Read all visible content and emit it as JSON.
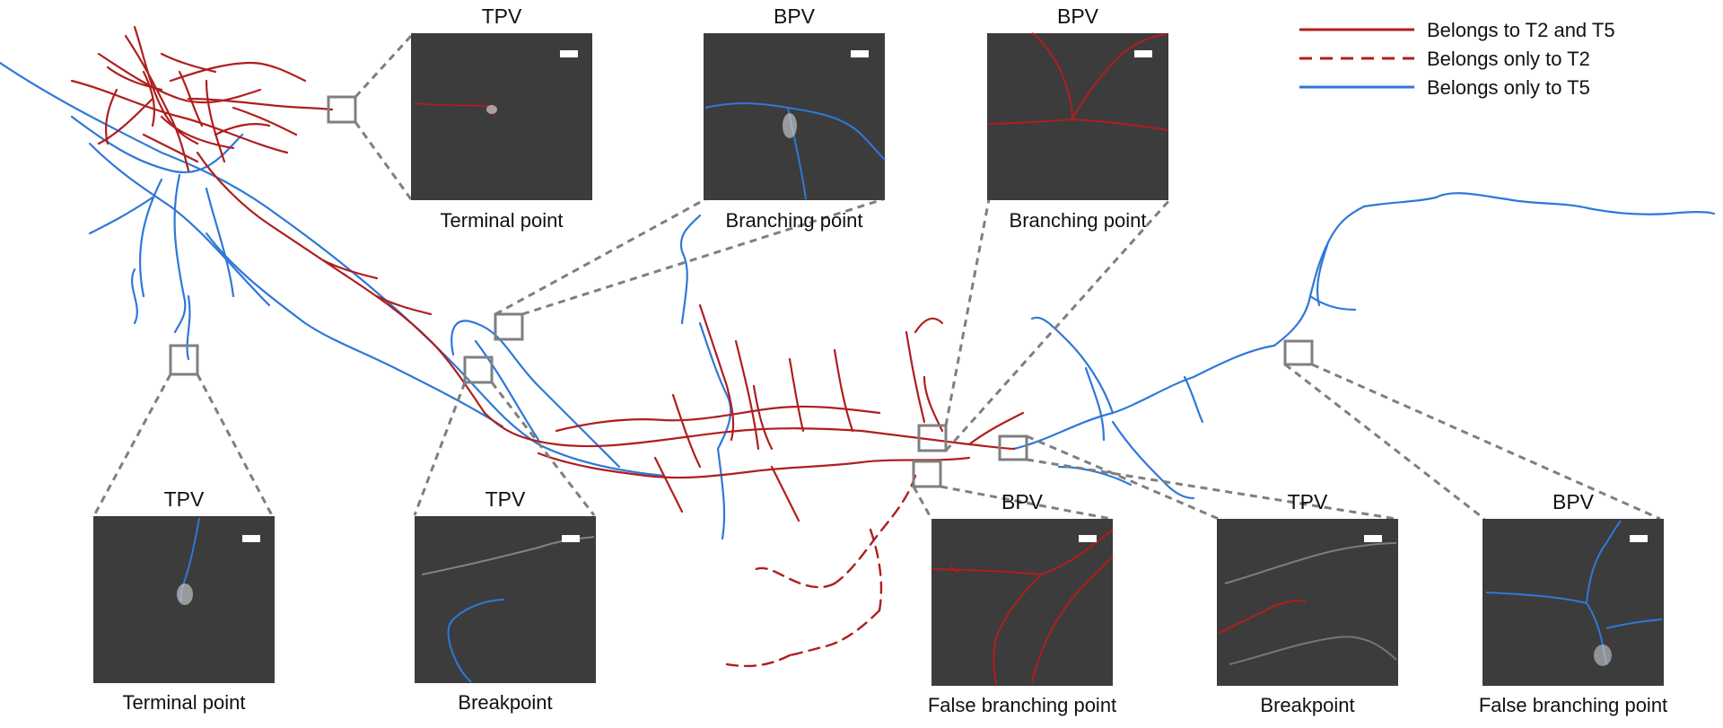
{
  "colors": {
    "red": "#b01e1e",
    "blue": "#2f78d8",
    "connector": "#7f7f7f",
    "inset_background": "#3c3c3c",
    "scale_bar": "#ffffff"
  },
  "legend": [
    {
      "label": "Belongs to T2 and T5",
      "style": "solid",
      "color": "#b01e1e"
    },
    {
      "label": "Belongs only to T2",
      "style": "dashed",
      "color": "#b01e1e"
    },
    {
      "label": "Belongs only to T5",
      "style": "solid",
      "color": "#2f78d8"
    }
  ],
  "insets": [
    {
      "id": "top1",
      "tag": "TPV",
      "caption": "Terminal point",
      "trace": "red"
    },
    {
      "id": "top2",
      "tag": "BPV",
      "caption": "Branching point",
      "trace": "blue"
    },
    {
      "id": "top3",
      "tag": "BPV",
      "caption": "Branching point",
      "trace": "red"
    },
    {
      "id": "bot1",
      "tag": "TPV",
      "caption": "Terminal point",
      "trace": "blue"
    },
    {
      "id": "bot2",
      "tag": "TPV",
      "caption": "Breakpoint",
      "trace": "blue"
    },
    {
      "id": "bot3",
      "tag": "BPV",
      "caption": "False branching point",
      "trace": "red"
    },
    {
      "id": "bot4",
      "tag": "TPV",
      "caption": "Breakpoint",
      "trace": "red"
    },
    {
      "id": "bot5",
      "tag": "BPV",
      "caption": "False branching point",
      "trace": "blue"
    }
  ]
}
